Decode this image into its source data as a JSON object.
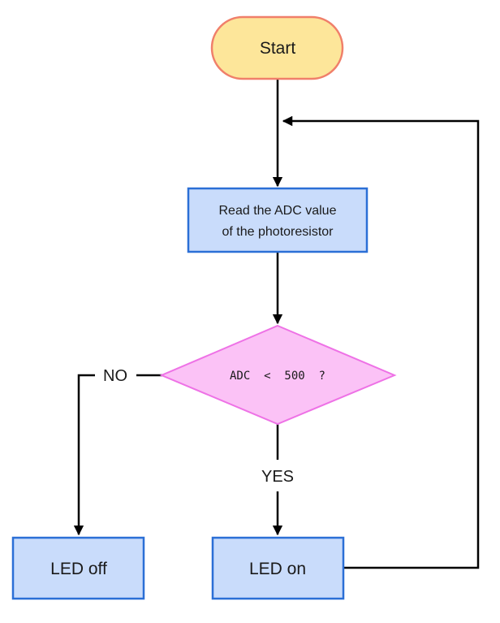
{
  "nodes": {
    "start": {
      "label": "Start"
    },
    "read_adc": {
      "line1": "Read the ADC value",
      "line2": "of the photoresistor"
    },
    "decision": {
      "label": "ADC  <  500  ?"
    },
    "led_off": {
      "label": "LED off"
    },
    "led_on": {
      "label": "LED on"
    }
  },
  "edges": {
    "no_label": "NO",
    "yes_label": "YES"
  },
  "colors": {
    "terminal_fill": "#fde69a",
    "terminal_stroke": "#f07f6a",
    "process_fill": "#c9dcfb",
    "process_stroke": "#2b6fd6",
    "decision_fill": "#fbc2f6",
    "decision_stroke": "#ee72e6"
  }
}
